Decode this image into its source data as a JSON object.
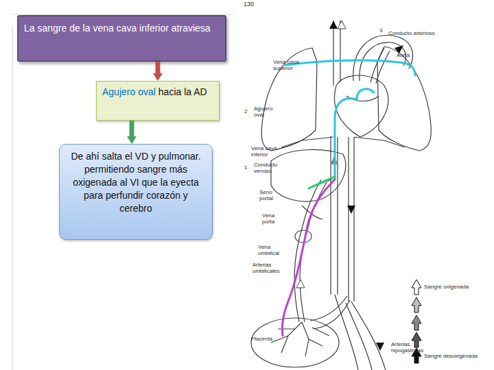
{
  "diagram": {
    "nodes": [
      {
        "text": [
          "La sangre de la vena cava inferior atraviesa"
        ]
      },
      {
        "text": [
          "Agujero oval",
          "hacia la AD"
        ]
      },
      {
        "text": [
          "De ahí salta el VD y pulmonar. permitiendo sangre más oxigenada al VI que la eyecta para perfundir corazón y cerebro"
        ]
      }
    ],
    "edges": [
      {
        "from": 0,
        "to": 1,
        "arrow": "to"
      },
      {
        "from": 1,
        "to": 2,
        "arrow": "to"
      }
    ],
    "labels": [
      "130",
      "3",
      "Conducto arterioso",
      "Aorta",
      "Vena cava superior",
      "2",
      "Agujero oval",
      "Vena cava inferior",
      "1",
      "Conducto venoso",
      "Seno portal",
      "Vena porta",
      "Vena umbilical",
      "Arterias umbilicales",
      "Placenta",
      "Arterias hipogástricas"
    ],
    "legend": [
      {
        "text": "Sangre oxigenada"
      },
      {
        "text": "Sangre desoxigenada"
      }
    ]
  }
}
